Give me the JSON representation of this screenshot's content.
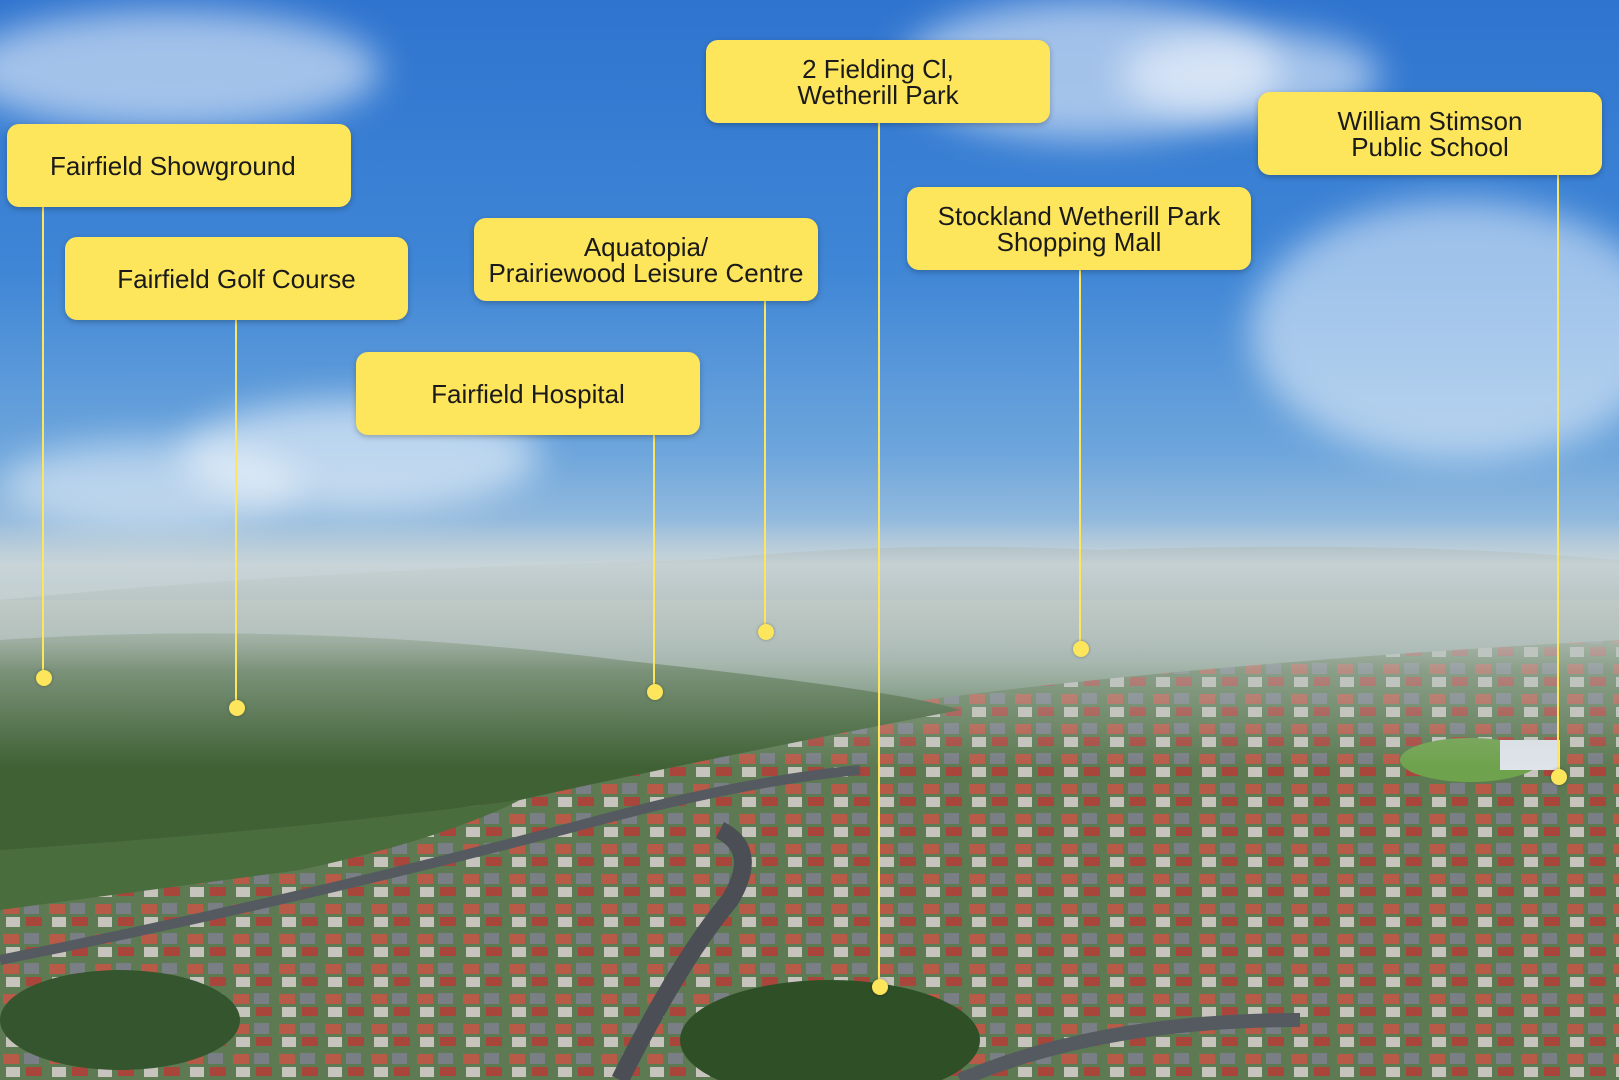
{
  "labels": {
    "fairfield_showground": "Fairfield Showground",
    "fairfield_golf_course": "Fairfield Golf Course",
    "aquatopia": "Aquatopia/\nPrairiewood Leisure Centre",
    "fairfield_hospital": "Fairfield Hospital",
    "fielding_cl": "2 Fielding Cl,\nWetherill Park",
    "stockland": "Stockland Wetherill Park\nShopping Mall",
    "william_stimson": "William Stimson\nPublic School"
  },
  "colors": {
    "label_fill": "#fde55c",
    "label_text": "#1a1a1a",
    "sky_top": "#2f74cf",
    "vegetation": "#46663f"
  }
}
